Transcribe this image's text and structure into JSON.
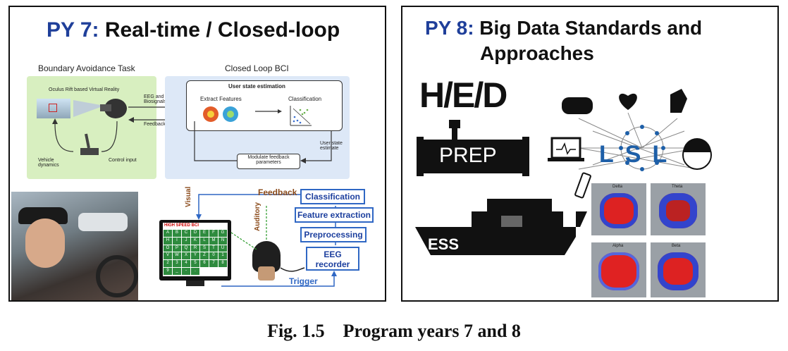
{
  "left": {
    "title_prefix": "PY 7:",
    "title_rest": " Real-time / Closed-loop",
    "boundary_title": "Boundary Avoidance Task",
    "closed_loop_title": "Closed Loop BCI",
    "oculus_label": "Oculus Rift based Virtual Reality",
    "eeg_biosignals": "EEG and\nBiosignals",
    "feedback_small": "Feedback",
    "vehicle_dynamics": "Vehicle\ndynamics",
    "control_input": "Control input",
    "user_state_estimation": "User state estimation",
    "extract_features": "Extract Features",
    "classification_small": "Classification",
    "user_state_estimate": "User state\nestimate",
    "modulate_feedback": "Modulate feedback\nparameters",
    "feedback_big": "Feedback",
    "visual": "Visual",
    "auditory": "Auditory",
    "trigger": "Trigger",
    "high_speed_bci": "HIGH SPEED BCI",
    "pipeline": [
      "Classification",
      "Feature extraction",
      "Preprocessing",
      "EEG\nrecorder"
    ],
    "keyboard": [
      "A",
      "B",
      "C",
      "D",
      "E",
      "F",
      "G",
      "H",
      "I",
      "J",
      "K",
      "L",
      "M",
      "N",
      "O",
      "P",
      "Q",
      "R",
      "S",
      "T",
      "U",
      "V",
      "W",
      "X",
      "Y",
      "Z",
      "0",
      "1",
      "2",
      "3",
      "4",
      "5",
      "6",
      "7",
      "8",
      "9",
      "_",
      "-",
      "."
    ]
  },
  "right": {
    "title_prefix": "PY 8:",
    "title_line1": " Big Data Standards and",
    "title_line2": "Approaches",
    "hed_logo": "H/E/D",
    "prep_label": "PREP",
    "ess_label": "ESS",
    "lsl_label": "LSL",
    "brain_labels": [
      "Delta",
      "Theta",
      "Alpha",
      "Beta"
    ]
  },
  "caption": "Fig. 1.5    Program years 7 and 8",
  "colors": {
    "title_blue": "#1f3f9a",
    "green_panel": "#d8efc0",
    "blue_panel": "#dde8f7",
    "btn_blue": "#2f67c4",
    "lsl_blue": "#1d5fa8"
  }
}
